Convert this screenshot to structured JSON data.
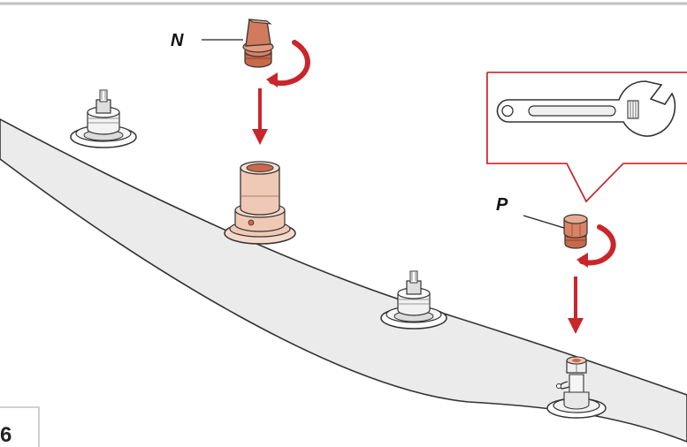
{
  "step_number": "6",
  "labels": {
    "n": "N",
    "p": "P"
  },
  "colors": {
    "accent_red": "#c9262c",
    "copper": "#c8694a",
    "copper_light": "#f0c9b6",
    "panel": "#ebebeb",
    "outline": "#333333",
    "frame": "#c0c0c0"
  },
  "icons": {
    "tool": "adjustable-wrench-icon",
    "rotation": "clockwise-rotation-arrow-icon"
  }
}
